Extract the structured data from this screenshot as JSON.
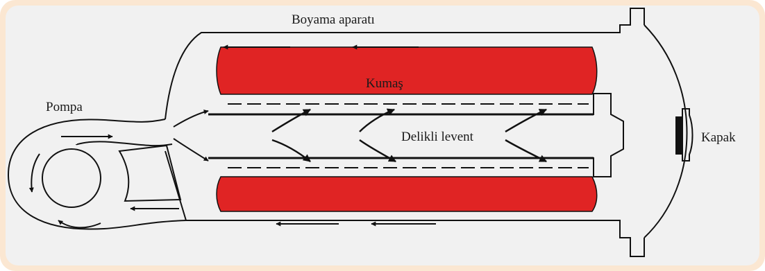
{
  "labels": {
    "apparatus": "Boyama aparatı",
    "pump": "Pompa",
    "fabric": "Kumaş",
    "beam": "Delikli levent",
    "lid": "Kapak"
  },
  "colors": {
    "frame": "#fbe7d2",
    "panel": "#f1f1f1",
    "line": "#111111",
    "fabric": "#e02424"
  }
}
